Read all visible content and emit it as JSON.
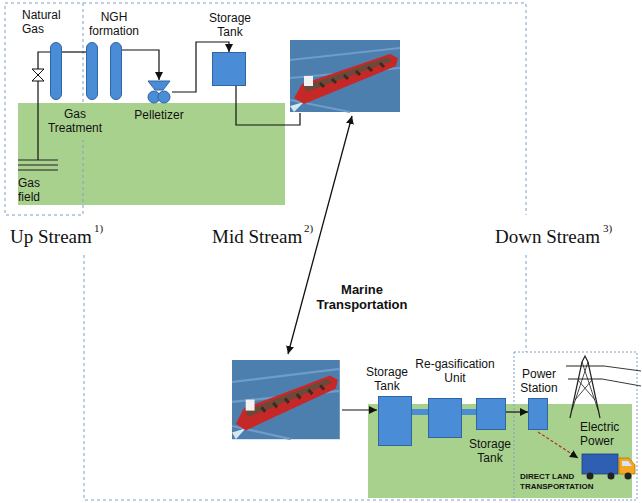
{
  "diagram": {
    "nodes": [
      {
        "text": [
          "Gas Treatment"
        ]
      },
      {
        "text": [
          "NGH formation"
        ]
      },
      {
        "text": [
          "Pelletizer"
        ]
      },
      {
        "text": [
          "Storage Tank"
        ]
      },
      {
        "text": [
          "Storage Tank"
        ]
      },
      {
        "text": [
          "Re-gasification Unit"
        ]
      },
      {
        "text": [
          "Storage Tank"
        ]
      },
      {
        "text": [
          "Power Station"
        ]
      }
    ],
    "edges": [
      {
        "from": 0,
        "to": 1,
        "arrow": "none"
      },
      {
        "from": 1,
        "to": 2,
        "arrow": "to"
      },
      {
        "from": 2,
        "to": 3,
        "arrow": "to"
      },
      {
        "from": 4,
        "to": 5,
        "arrow": "none"
      },
      {
        "from": 5,
        "to": 6,
        "arrow": "none"
      },
      {
        "from": 6,
        "to": 7,
        "arrow": "to"
      }
    ],
    "labels": [
      "Natural Gas",
      "Gas field",
      "Up Stream",
      "1)",
      "Mid Stream",
      "2)",
      "Down Stream",
      "3)",
      "Marine Transportation",
      "Electric Power",
      "DIRECT LAND TRANSPORTATION"
    ]
  }
}
